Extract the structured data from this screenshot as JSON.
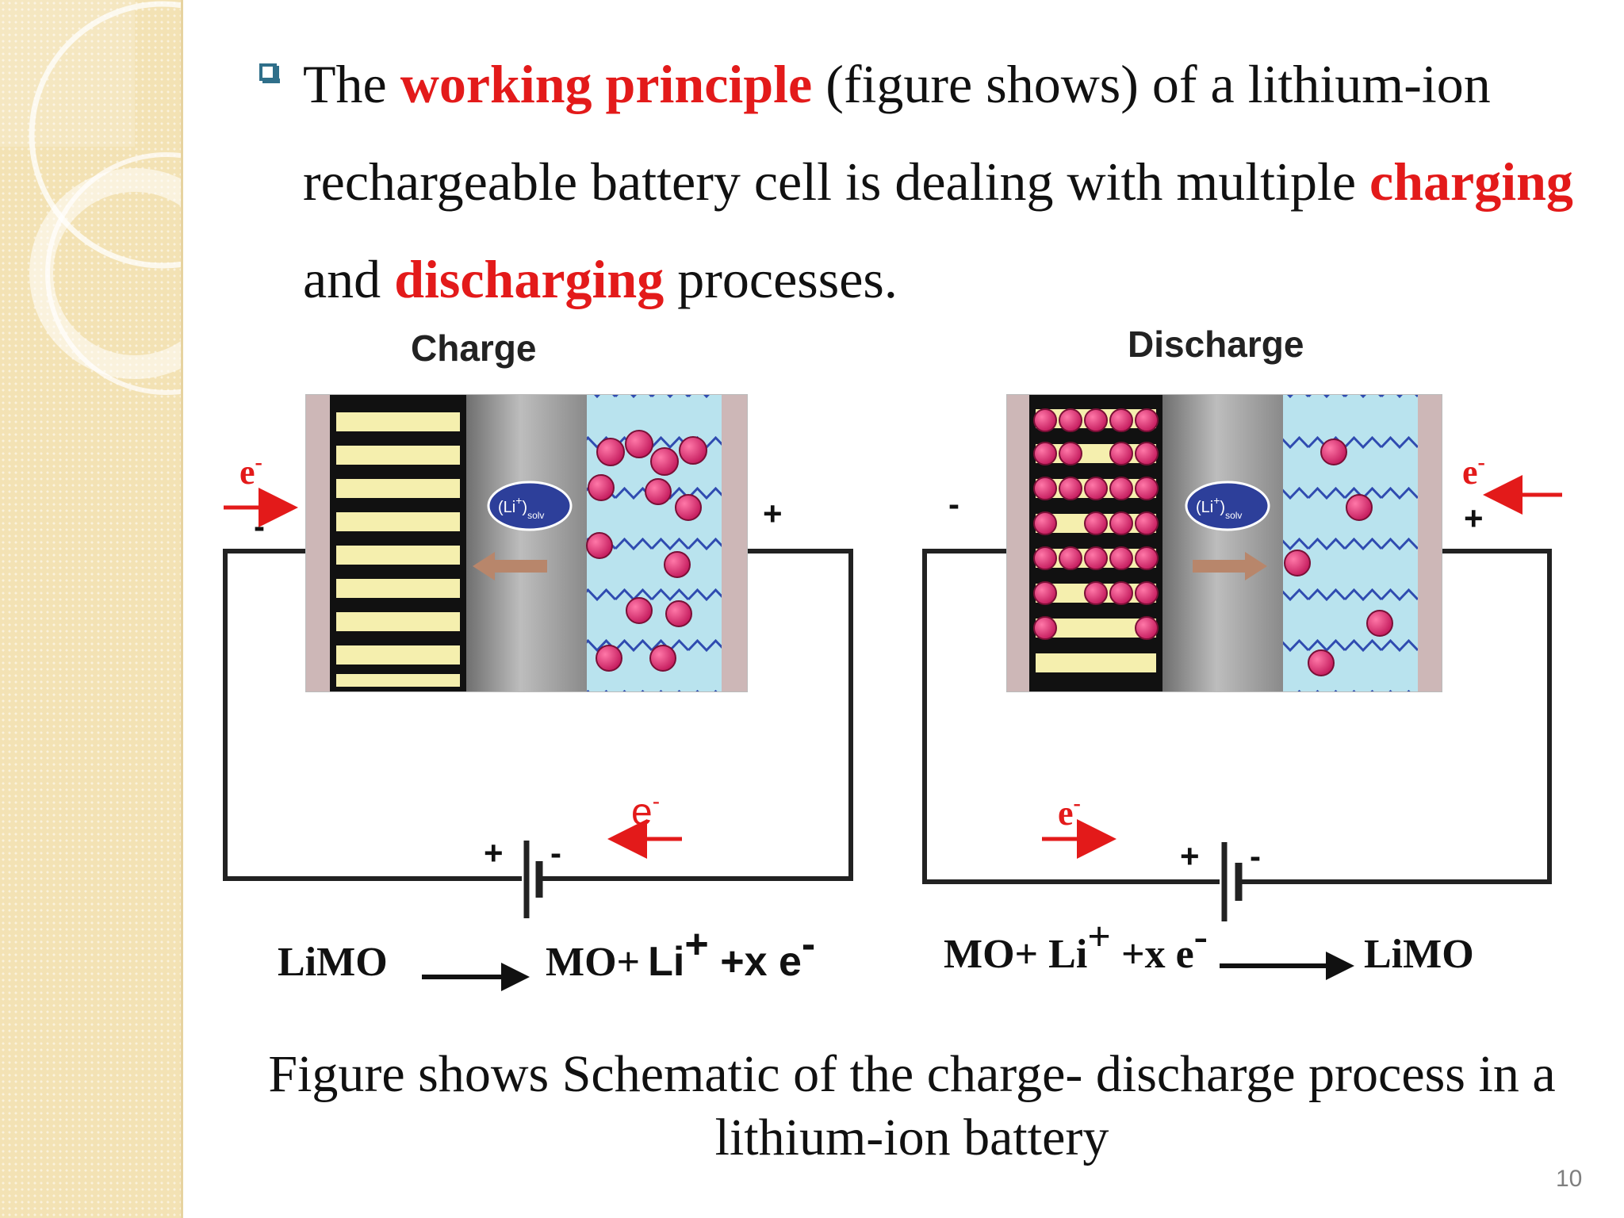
{
  "slide": {
    "paragraph": {
      "part1": "The ",
      "highlight1": "working principle",
      "part2": " (figure shows) of a lithium-ion rechargeable battery cell is dealing with multiple ",
      "highlight2": "charging",
      "part3": " and ",
      "highlight3": "discharging",
      "part4": " processes."
    },
    "figure": {
      "charge": {
        "title": "Charge",
        "ion_label": "(Li",
        "ion_sup": "+",
        "ion_sub": "solv",
        "electron_top": "e",
        "electron_bottom": "e",
        "electron_sup": "-",
        "minus_left": "-",
        "plus_right": "+",
        "battery_plus": "+",
        "battery_minus": "-",
        "equation_left": "LiMO",
        "equation_right_serif": "MO+",
        "equation_right_sans": "Li",
        "equation_sup": "+",
        "equation_tail": " +x e",
        "equation_tail_sup": "-"
      },
      "discharge": {
        "title": "Discharge",
        "ion_label": "(Li",
        "ion_sup": "+",
        "ion_sub": "solv",
        "electron_top": "e",
        "electron_bottom": "e",
        "electron_sup": "-",
        "minus_left": "-",
        "plus_right": "+",
        "battery_plus": "+",
        "battery_minus": "-",
        "equation_left": "MO+ Li",
        "equation_sup": "+",
        "equation_mid": " +x e",
        "equation_mid_sup": "-",
        "equation_right": "LiMO"
      }
    },
    "caption": "Figure  shows Schematic of the charge- discharge process in a lithium-ion battery",
    "page_number": "10",
    "colors": {
      "highlight": "#e31a1a",
      "sidebar": "#f3e2b4",
      "ion": "#d6306d",
      "electrolyte": "#b9e3ee",
      "ion_badge": "#2d3f9a"
    }
  }
}
